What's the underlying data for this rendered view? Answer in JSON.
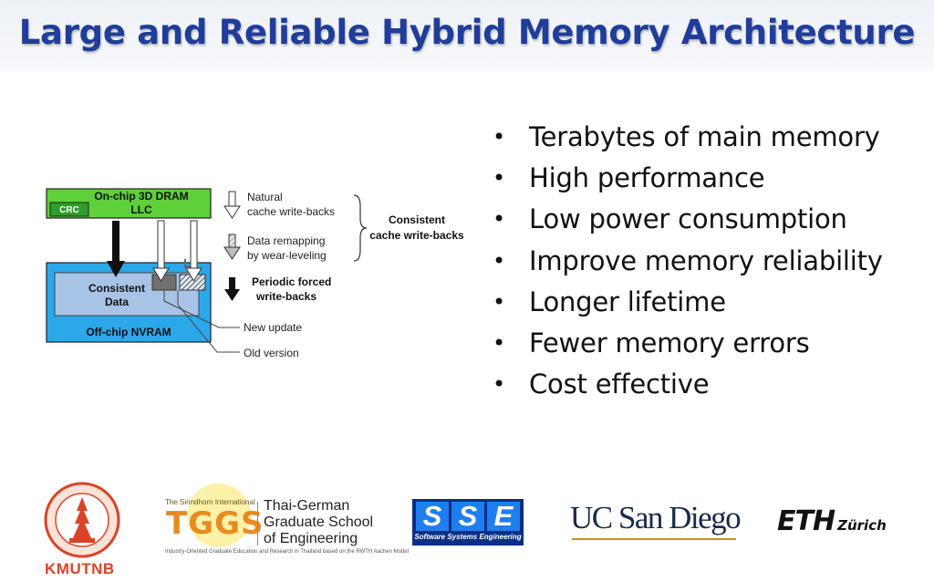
{
  "slide": {
    "title": "Large and Reliable Hybrid Memory Architecture"
  },
  "bullets": [
    "Terabytes of main memory",
    "High performance",
    "Low power consumption",
    "Improve memory reliability",
    "Longer lifetime",
    "Fewer memory errors",
    "Cost effective"
  ],
  "bullet_symbol": "•",
  "diagram": {
    "llc_line1": "On-chip 3D DRAM",
    "llc_line2": "LLC",
    "crc": "CRC",
    "consistent_data_line1": "Consistent",
    "consistent_data_line2": "Data",
    "nvram": "Off-chip NVRAM",
    "legend_natural_line1": "Natural",
    "legend_natural_line2": "cache write-backs",
    "legend_remap_line1": "Data remapping",
    "legend_remap_line2": "by wear-leveling",
    "legend_forced_line1": "Periodic forced",
    "legend_forced_line2": "write-backs",
    "consistent_wb_line1": "Consistent",
    "consistent_wb_line2": "cache write-backs",
    "new_update": "New update",
    "old_version": "Old version",
    "colors": {
      "llc_green": "#5fcf3a",
      "nvram_blue": "#2aa8e8",
      "data_box": "#a7c4e6"
    }
  },
  "logos": {
    "kmutnb": "KMUTNB",
    "tggs_small": "The Sirindhorn International",
    "tggs": "TGGS",
    "tggs_line1": "Thai-German",
    "tggs_line2": "Graduate School",
    "tggs_line3": "of Engineering",
    "tggs_footer": "Industry-Oriented Graduate Education and Research in Thailand based on the RWTH Aachen Model",
    "sse_letters": [
      "S",
      "S",
      "E"
    ],
    "sse_subtitle": "Software Systems Engineering",
    "ucsd": "UC San Diego",
    "eth_big": "ETH",
    "eth_small": "Zürich"
  }
}
